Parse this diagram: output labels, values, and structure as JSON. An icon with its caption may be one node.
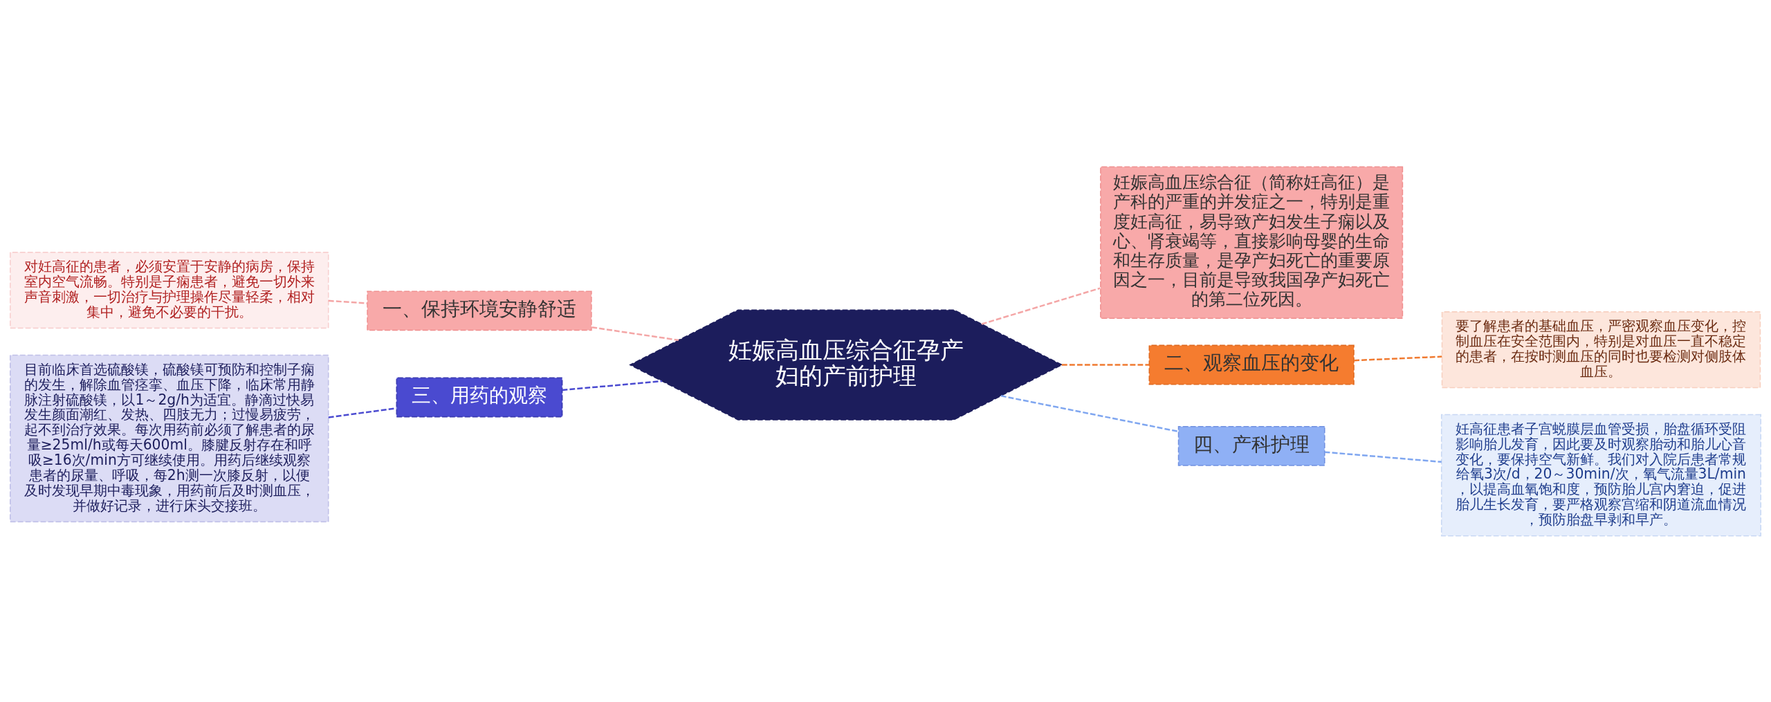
{
  "diagram": {
    "nodes": [
      {
        "text": [
          "妊娠高血压综合征孕产妇的产前护理"
        ]
      },
      {
        "text": [
          "一、保持环境安静舒适"
        ]
      },
      {
        "text": [
          "对妊高征的患者，必须安置于安静的病房，保持室内空气流畅。特别是子痫患者，避免一切外来声音刺激，一切治疗与护理操作尽量轻柔，相对集中，避免不必要的干扰。"
        ]
      },
      {
        "text": [
          "三、用药的观察"
        ]
      },
      {
        "text": [
          "目前临床首选硫酸镁，硫酸镁可预防和控制子痫的发生，解除血管痉挛、血压下降，临床常用静脉注射硫酸镁，以1～2g/h为适宜。静滴过快易发生颜面潮红、发热、四肢无力；过慢易疲劳，起不到治疗效果。每次用药前必须了解患者的尿量≥25ml/h或每天600ml。膝腱反射存在和呼吸≥16次/min方可继续使用。用药后继续观察患者的尿量、呼吸，每2h测一次膝反射，以便及时发现早期中毒现象，用药前后及时测血压，并做好记录，进行床头交接班。"
        ]
      },
      {
        "text": [
          "妊娠高血压综合征（简称妊高征）是产科的严重的并发症之一，特别是重度妊高征，易导致产妇发生子痫以及心、肾衰竭等，直接影响母婴的生命和生存质量，是孕产妇死亡的重要原因之一，目前是导致我国孕产妇死亡的第二位死因。"
        ]
      },
      {
        "text": [
          "二、观察血压的变化"
        ]
      },
      {
        "text": [
          "要了解患者的基础血压，严密观察血压变化，控制血压在安全范围内，特别是对血压一直不稳定的患者，在按时测血压的同时也要检测对侧肢体血压。"
        ]
      },
      {
        "text": [
          "四、产科护理"
        ]
      },
      {
        "text": [
          "妊高征患者子宫蜕膜层血管受损，胎盘循环受阻影响胎儿发育，因此要及时观察胎动和胎儿心音变化，要保持空气新鲜。我们对入院后患者常规给氧3次/d，20～30min/次，氧气流量3L/min，以提高血氧饱和度，预防胎儿宫内窘迫，促进胎儿生长发育，要严格观察宫缩和阴道流血情况，预防胎盘早剥和早产。"
        ]
      }
    ],
    "edges": [
      {
        "from": 2,
        "to": 1,
        "arrow": "none",
        "style": "dashed",
        "color": "#f4a6a6"
      },
      {
        "from": 1,
        "to": 0,
        "arrow": "none",
        "style": "dashed",
        "color": "#f4a6a6"
      },
      {
        "from": 4,
        "to": 3,
        "arrow": "none",
        "style": "dashed",
        "color": "#4a4ad0"
      },
      {
        "from": 3,
        "to": 0,
        "arrow": "none",
        "style": "dashed",
        "color": "#4a4ad0"
      },
      {
        "from": 0,
        "to": 5,
        "arrow": "none",
        "style": "dashed",
        "color": "#f4a6a6"
      },
      {
        "from": 0,
        "to": 6,
        "arrow": "none",
        "style": "dashed",
        "color": "#f07a30"
      },
      {
        "from": 6,
        "to": 7,
        "arrow": "none",
        "style": "dashed",
        "color": "#f07a30"
      },
      {
        "from": 0,
        "to": 8,
        "arrow": "none",
        "style": "dashed",
        "color": "#7fa6f0"
      },
      {
        "from": 8,
        "to": 9,
        "arrow": "none",
        "style": "dashed",
        "color": "#7fa6f0"
      }
    ]
  }
}
